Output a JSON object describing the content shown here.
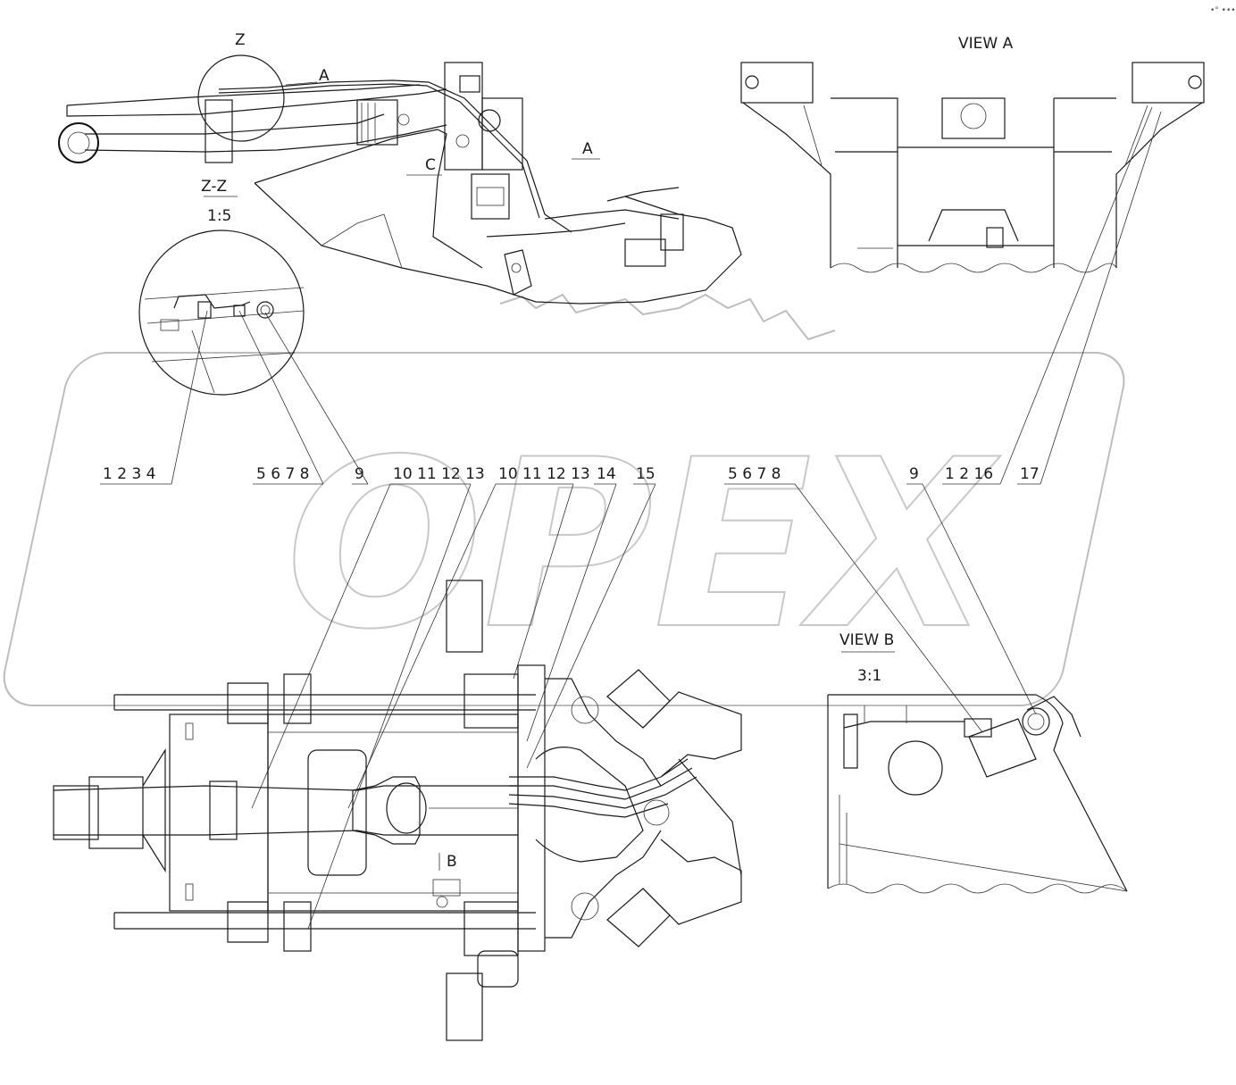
{
  "header": {
    "corner_mark": "•° •••"
  },
  "views": {
    "z_marker": "Z",
    "z_section_title": "Z-Z",
    "z_section_scale": "1:5",
    "a_marker_top": "A",
    "a_marker_side": "A",
    "c_marker": "C",
    "view_a_title": "VIEW A",
    "view_b_title": "VIEW B",
    "view_b_scale": "3:1",
    "b_marker": "B"
  },
  "callouts": [
    {
      "id": "c1",
      "text": "1 2 3 4"
    },
    {
      "id": "c2",
      "text": "5 6 7 8"
    },
    {
      "id": "c3",
      "text": "9"
    },
    {
      "id": "c4",
      "text": "10 11 12 13"
    },
    {
      "id": "c5",
      "text": "10 11 12 13"
    },
    {
      "id": "c6",
      "text": "14"
    },
    {
      "id": "c7",
      "text": "15"
    },
    {
      "id": "c8",
      "text": "5 6 7 8"
    },
    {
      "id": "c9",
      "text": "9"
    },
    {
      "id": "c10",
      "text": "1 2 16"
    },
    {
      "id": "c11",
      "text": "17"
    }
  ],
  "watermark": {
    "text": "OPEX"
  }
}
